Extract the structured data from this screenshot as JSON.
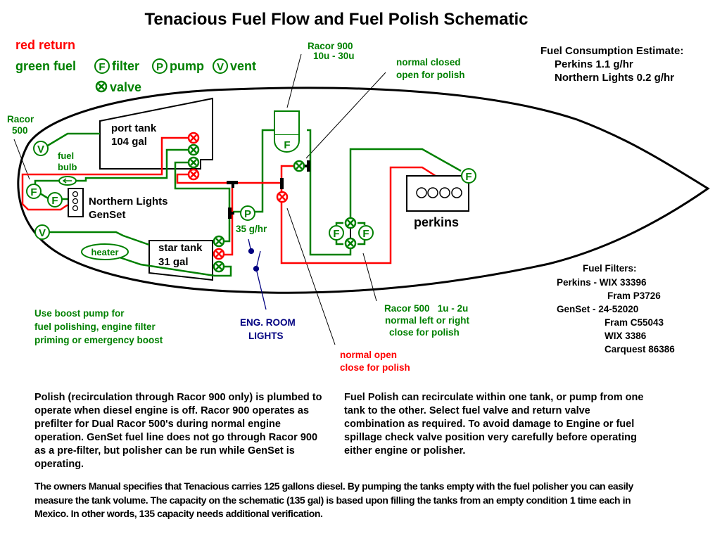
{
  "title": "Tenacious Fuel Flow and Fuel Polish Schematic",
  "colors": {
    "return_line": "#ff0000",
    "fuel_line": "#008000",
    "outline": "#000000",
    "lights": "#000080",
    "text": "#000000"
  },
  "legend": {
    "red_return": "red return",
    "green_fuel": "green fuel",
    "filter": {
      "symbol": "F",
      "label": "filter"
    },
    "pump": {
      "symbol": "P",
      "label": "pump"
    },
    "vent": {
      "symbol": "V",
      "label": "vent"
    },
    "valve": {
      "symbol": "valve-x-icon",
      "label": "valve"
    }
  },
  "consumption": {
    "heading": "Fuel Consumption Estimate:",
    "perkins": "Perkins 1.1 g/hr",
    "northern_lights": "Northern Lights 0.2 g/hr"
  },
  "components": {
    "racor900": {
      "line1": "Racor 900",
      "line2": "10u - 30u",
      "symbol": "F"
    },
    "racor500_left": {
      "line1": "Racor",
      "line2": "500"
    },
    "port_tank": {
      "line1": "port tank",
      "line2": "104 gal"
    },
    "star_tank": {
      "line1": "star tank",
      "line2": "31 gal"
    },
    "fuel_bulb": {
      "line1": "fuel",
      "line2": "bulb"
    },
    "genset": {
      "line1": "Northern Lights",
      "line2": "GenSet"
    },
    "heater": "heater",
    "pump": {
      "symbol": "P",
      "rate": "35 g/hr"
    },
    "perkins": "perkins",
    "filter_symbol": "F",
    "vent_symbol": "V"
  },
  "annotations": {
    "normal_closed": {
      "line1": "normal closed",
      "line2": "open for polish"
    },
    "normal_open": {
      "line1": "normal open",
      "line2": "close for polish"
    },
    "racor500_dual": {
      "line1": "Racor 500   1u - 2u",
      "line2": "normal left or right",
      "line3": "close for polish"
    },
    "boost_pump": {
      "line1": "Use boost pump for",
      "line2": "fuel polishing, engine filter",
      "line3": "priming or emergency boost"
    },
    "eng_room_lights": {
      "line1": "ENG. ROOM",
      "line2": "LIGHTS"
    }
  },
  "fuel_filters": {
    "heading": "Fuel Filters:",
    "perkins_label": "Perkins - WIX 33396",
    "perkins_alt": "Fram P3726",
    "genset_label": "GenSet - 24-52020",
    "genset_alts": [
      "Fram C55043",
      "WIX 3386",
      "Carquest 86386"
    ]
  },
  "notes": {
    "polish": "Polish (recirculation through Racor 900 only) is plumbed to operate when diesel engine is off.  Racor 900 operates as prefilter for Dual Racor 500's during normal engine operation.  GenSet fuel line does not go through Racor 900 as a pre-filter, but polisher can be run while GenSet is operating.",
    "fuel_polish": "Fuel Polish can recirculate within one tank, or pump from one tank to the other.  Select fuel valve and return valve combination as required.  To avoid damage to Engine or fuel spillage check valve position very carefully before operating either engine or polisher.",
    "capacity": "The owners Manual specifies that Tenacious carries 125 gallons diesel.  By pumping the tanks empty with the fuel polisher you can easily measure the tank volume.  The capacity on the schematic (135 gal) is based upon filling the tanks from an empty condition 1 time each in Mexico.   In other words, 135 capacity needs additional verification."
  }
}
